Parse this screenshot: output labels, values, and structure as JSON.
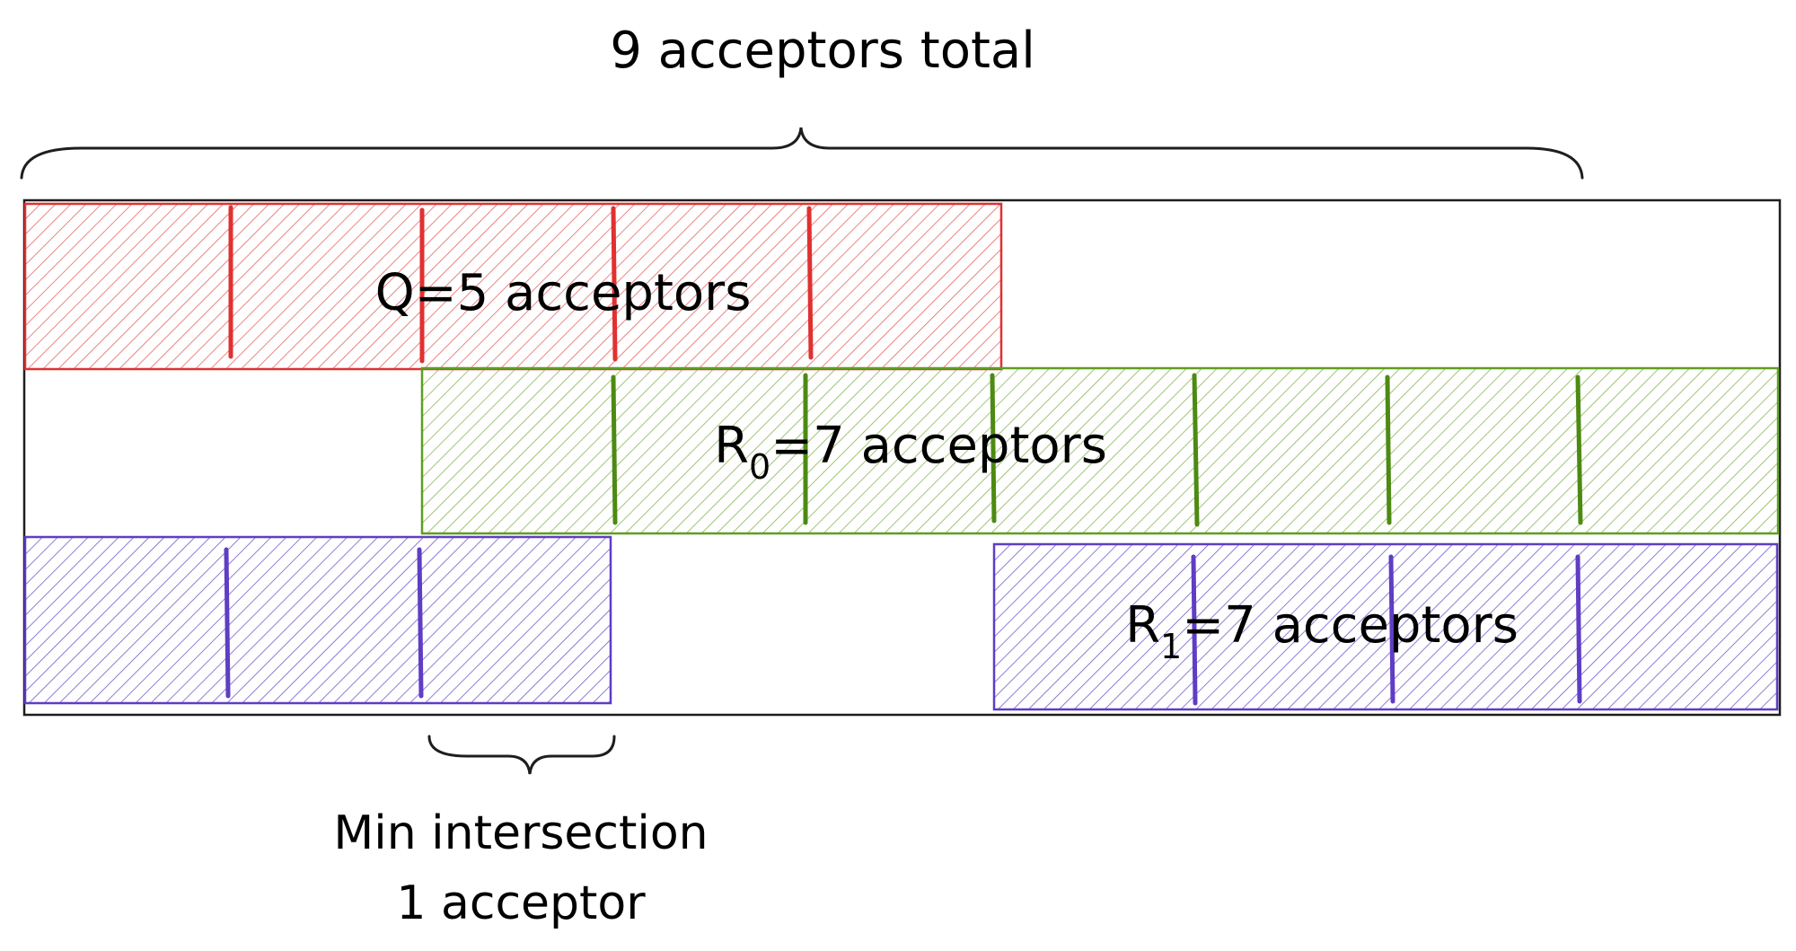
{
  "diagram": {
    "title": "9 acceptors total",
    "total_acceptors": 9,
    "groups": [
      {
        "id": "q",
        "label_main": "Q=5 acceptors",
        "label_sub": "",
        "label_rest": "",
        "count": 5,
        "color": "#e03131"
      },
      {
        "id": "r0",
        "label_main": "R",
        "label_sub": "0",
        "label_rest": "=7 acceptors",
        "count": 7,
        "color": "#5f9e1f"
      },
      {
        "id": "r1",
        "label_main": "R",
        "label_sub": "1",
        "label_rest": "=7 acceptors",
        "count": 7,
        "color": "#5f3dc4"
      }
    ],
    "intersection": {
      "line1": "Min intersection",
      "line2": "1 acceptor"
    },
    "colors": {
      "outline": "#1e1e1e",
      "text": "#000000"
    }
  }
}
